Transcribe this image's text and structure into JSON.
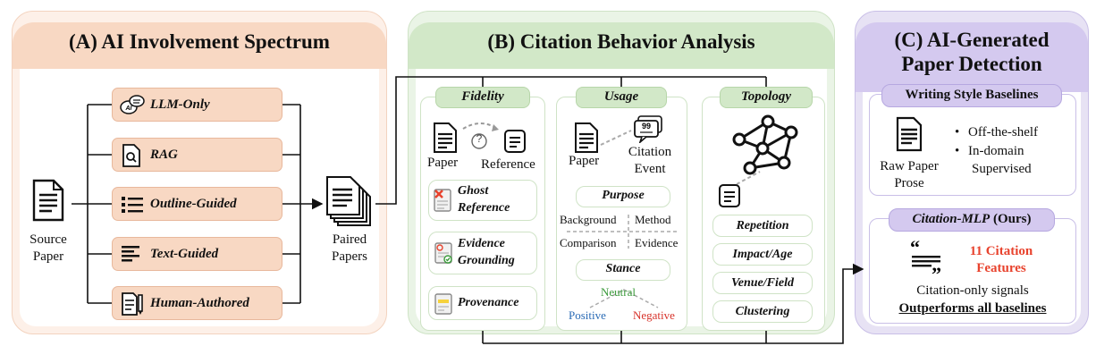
{
  "panel_a": {
    "title": "(A) AI Involvement Spectrum",
    "source_label_1": "Source",
    "source_label_2": "Paper",
    "modes": [
      "LLM-Only",
      "RAG",
      "Outline-Guided",
      "Text-Guided",
      "Human-Authored"
    ],
    "paired_label_1": "Paired",
    "paired_label_2": "Papers"
  },
  "panel_b": {
    "title": "(B) Citation Behavior Analysis",
    "fidelity": {
      "tag": "Fidelity",
      "paper": "Paper",
      "reference": "Reference",
      "question_mark": "?",
      "items": [
        "Ghost",
        "Reference",
        "Evidence",
        "Grounding",
        "Provenance"
      ]
    },
    "usage": {
      "tag": "Usage",
      "paper": "Paper",
      "event_1": "Citation",
      "event_2": "Event",
      "purpose": "Purpose",
      "purpose_values": [
        "Background",
        "Method",
        "Comparison",
        "Evidence"
      ],
      "stance": "Stance",
      "stance_values": {
        "neutral": "Neutral",
        "positive": "Positive",
        "negative": "Negative"
      }
    },
    "topology": {
      "tag": "Topology",
      "metrics": [
        "Repetition",
        "Impact/Age",
        "Venue/Field",
        "Clustering"
      ]
    }
  },
  "panel_c": {
    "title_1": "(C) AI-Generated",
    "title_2": "Paper Detection",
    "baselines": {
      "tag": "Writing Style Baselines",
      "raw_1": "Raw Paper",
      "raw_2": "Prose",
      "bullets": [
        "Off-the-shelf",
        "In-domain",
        "Supervised"
      ]
    },
    "ours": {
      "tag_italic": "Citation-MLP",
      "tag_rest": " (Ours)",
      "features_1": "11 Citation",
      "features_2": "Features",
      "signals": "Citation-only signals",
      "outperforms": "Outperforms all baselines"
    }
  },
  "colors": {
    "accent_red": "#e8432e",
    "positive_blue": "#2a6bb5",
    "neutral_green": "#3a9a3a",
    "negative_red": "#d7332b"
  }
}
